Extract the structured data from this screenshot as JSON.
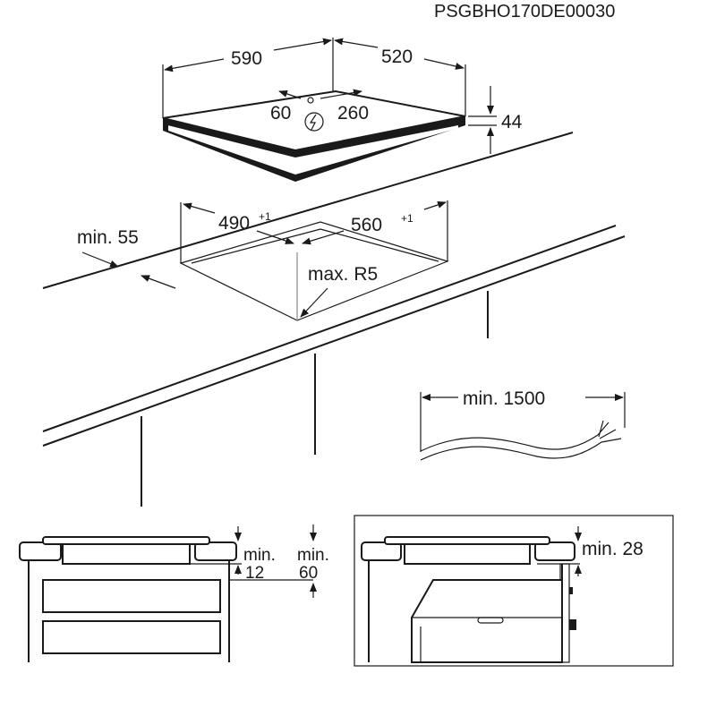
{
  "drawing_code": "PSGBHO170DE00030",
  "hob": {
    "width": "590",
    "depth": "520",
    "height": "44",
    "cable_offset_left": "60",
    "cable_offset_right": "260",
    "power_icon": "lightning-bolt-icon"
  },
  "cutout": {
    "width": "490",
    "width_tolerance": "+1",
    "depth": "560",
    "depth_tolerance": "+1",
    "min_edge_distance": "min. 55",
    "corner_radius": "max. R5"
  },
  "cable": {
    "min_length": "min. 1500"
  },
  "drawer_section": {
    "gap_label_a_line1": "min.",
    "gap_label_a_line2": "12",
    "gap_label_b_line1": "min.",
    "gap_label_b_line2": "60"
  },
  "oven_section": {
    "gap_label": "min. 28"
  }
}
